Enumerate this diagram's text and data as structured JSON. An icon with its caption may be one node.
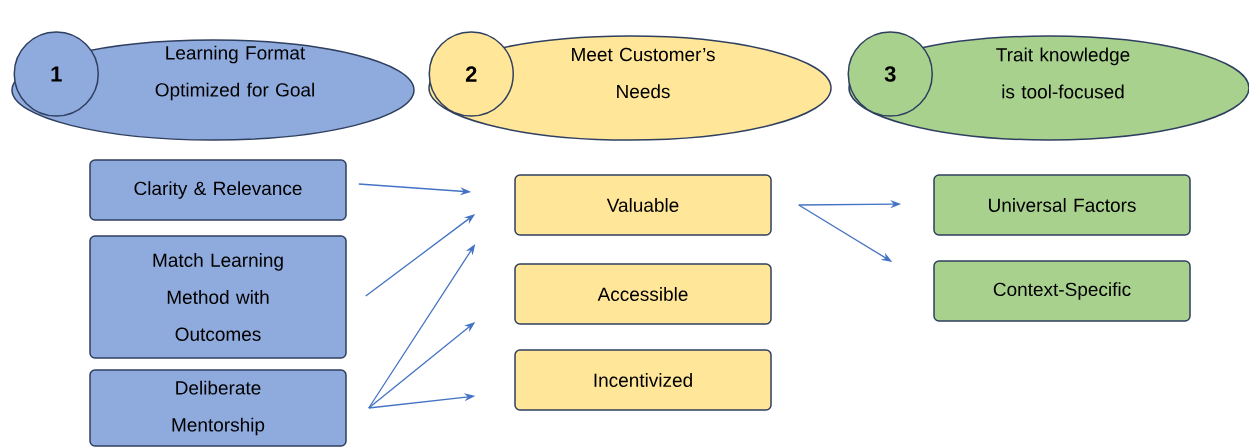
{
  "diagram": {
    "nodes": [
      {
        "text": [
          "Learning Format Optimized for Goal"
        ]
      },
      {
        "text": [
          "1"
        ],
        "in": 0
      },
      {
        "text": [
          "Meet Customer’s Needs"
        ]
      },
      {
        "text": [
          "2"
        ],
        "in": 2
      },
      {
        "text": [
          "Trait knowledge is tool-focused"
        ]
      },
      {
        "text": [
          "3"
        ],
        "in": 4
      },
      {
        "text": [
          "Clarity & Relevance"
        ]
      },
      {
        "text": [
          "Match Learning Method with Outcomes"
        ]
      },
      {
        "text": [
          "Deliberate Mentorship"
        ]
      },
      {
        "text": [
          "Valuable"
        ]
      },
      {
        "text": [
          "Accessible"
        ]
      },
      {
        "text": [
          "Incentivized"
        ]
      },
      {
        "text": [
          "Universal Factors"
        ]
      },
      {
        "text": [
          "Context-Specific"
        ]
      }
    ],
    "edges": [
      {
        "from": 6,
        "to": 9,
        "arrow": "to"
      },
      {
        "from": 7,
        "to": 9,
        "arrow": "to"
      },
      {
        "from": 8,
        "to": 9,
        "arrow": "to"
      },
      {
        "from": 8,
        "to": 10,
        "arrow": "to"
      },
      {
        "from": 8,
        "to": 11,
        "arrow": "to"
      },
      {
        "from": 9,
        "to": 12,
        "arrow": "to"
      },
      {
        "from": 9,
        "to": 13,
        "arrow": "to"
      }
    ]
  }
}
